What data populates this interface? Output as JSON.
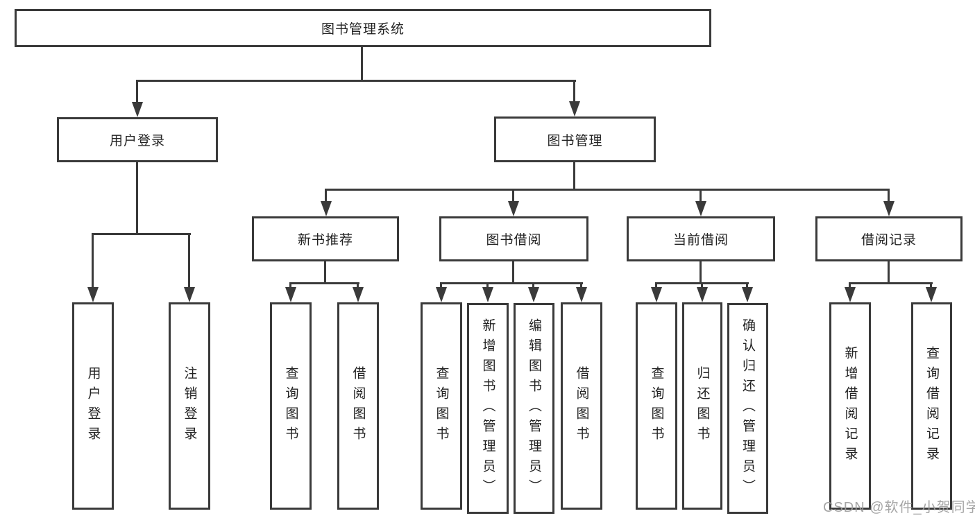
{
  "diagram": {
    "root": "图书管理系统",
    "level2": [
      "用户登录",
      "图书管理"
    ],
    "level3": [
      "新书推荐",
      "图书借阅",
      "当前借阅",
      "借阅记录"
    ],
    "groups": {
      "g1": [
        "用户登录",
        "注销登录"
      ],
      "g2": [
        "查询图书",
        "借阅图书"
      ],
      "g3": [
        "查询图书",
        "新增图书（管理员）",
        "编辑图书（管理员）",
        "借阅图书"
      ],
      "g4": [
        "查询图书",
        "归还图书",
        "确认归还（管理员）"
      ],
      "g5": [
        "新增借阅记录",
        "查询借阅记录"
      ]
    }
  },
  "watermark": "CSDN @软件_小贺同学",
  "colors": {
    "line": "#3a3a3a",
    "text": "#222222",
    "watermark": "#9e9e9e",
    "background": "#ffffff"
  }
}
